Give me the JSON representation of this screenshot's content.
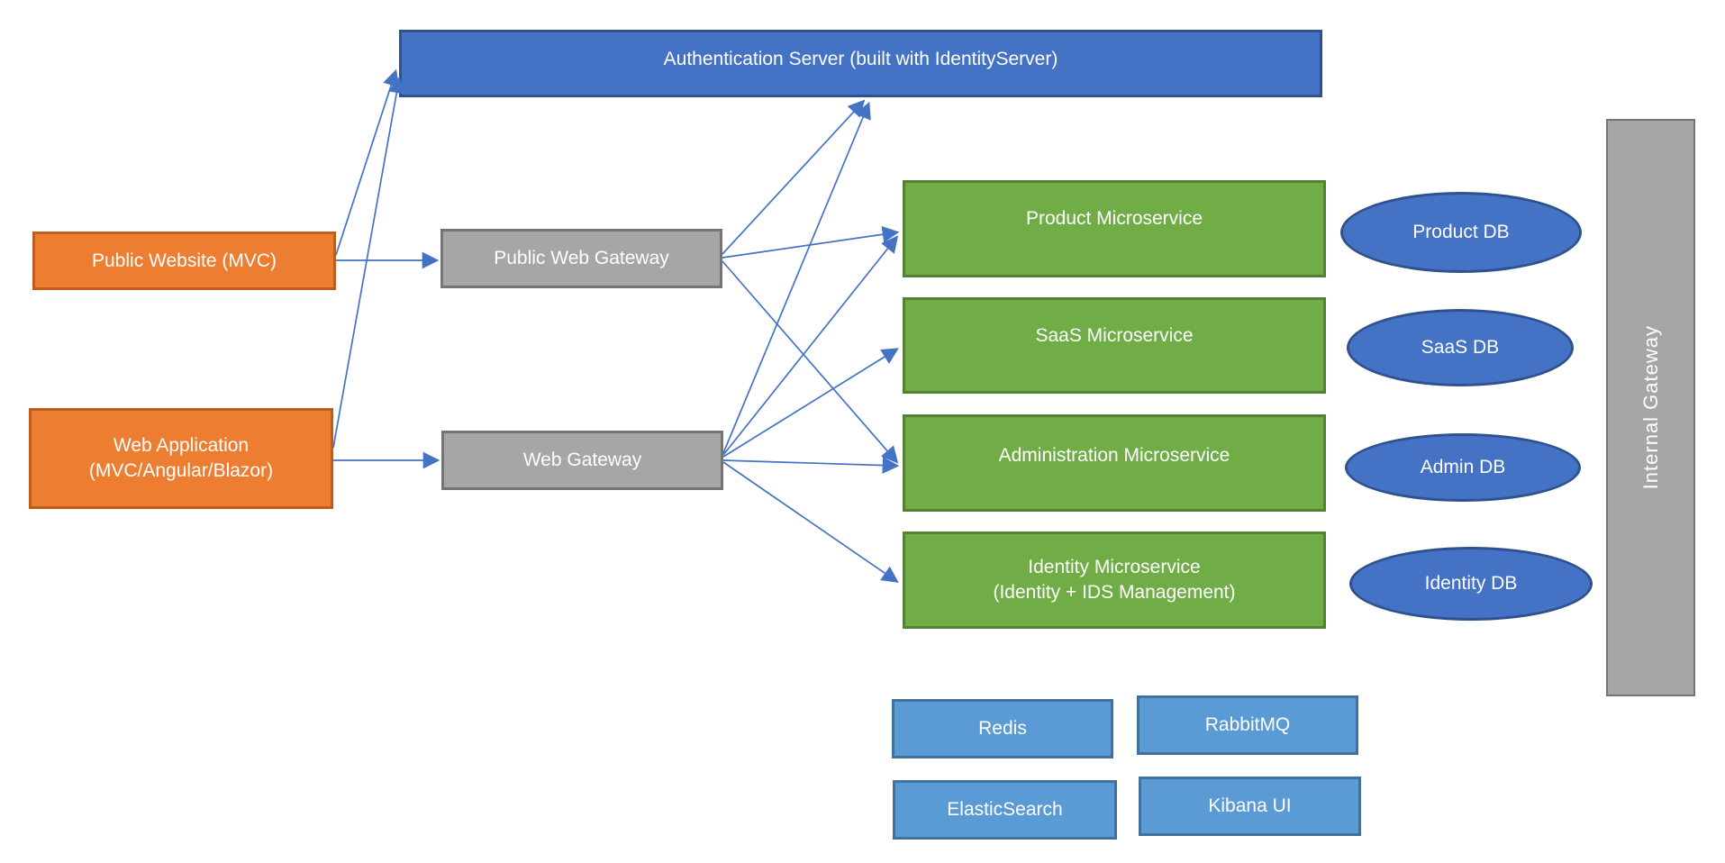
{
  "colors": {
    "background": "#FFFFFF",
    "text": "#FFFFFF",
    "blue_fill": "#4472C4",
    "blue_border": "#2F528F",
    "orange_fill": "#ED7D31",
    "orange_border": "#C05B1B",
    "gray_fill": "#A6A6A6",
    "gray_border": "#757575",
    "green_fill": "#70AD47",
    "green_border": "#548235",
    "lightblue_fill": "#5B9BD5",
    "lightblue_border": "#41719C",
    "arrow": "#4472C4"
  },
  "nodes": {
    "auth_server": {
      "label": "Authentication Server (built with IdentityServer)"
    },
    "public_website": {
      "label": "Public Website (MVC)"
    },
    "web_application": {
      "line1": "Web Application",
      "line2": "(MVC/Angular/Blazor)"
    },
    "public_web_gateway": {
      "label": "Public Web Gateway"
    },
    "web_gateway": {
      "label": "Web Gateway"
    },
    "product_ms": {
      "label": "Product Microservice"
    },
    "saas_ms": {
      "label": "SaaS Microservice"
    },
    "admin_ms": {
      "label": "Administration Microservice"
    },
    "identity_ms": {
      "line1": "Identity Microservice",
      "line2": "(Identity + IDS Management)"
    },
    "product_db": {
      "label": "Product DB"
    },
    "saas_db": {
      "label": "SaaS DB"
    },
    "admin_db": {
      "label": "Admin DB"
    },
    "identity_db": {
      "label": "Identity DB"
    },
    "internal_gateway": {
      "label": "Internal Gateway"
    },
    "redis": {
      "label": "Redis"
    },
    "rabbitmq": {
      "label": "RabbitMQ"
    },
    "elasticsearch": {
      "label": "ElasticSearch"
    },
    "kibana": {
      "label": "Kibana UI"
    }
  },
  "edges": [
    {
      "from": "public_website",
      "to": "public_web_gateway"
    },
    {
      "from": "web_application",
      "to": "web_gateway"
    },
    {
      "from": "public_website",
      "to": "auth_server"
    },
    {
      "from": "web_application",
      "to": "auth_server"
    },
    {
      "from": "public_web_gateway",
      "to": "auth_server"
    },
    {
      "from": "web_gateway",
      "to": "auth_server"
    },
    {
      "from": "public_web_gateway",
      "to": "product_ms"
    },
    {
      "from": "web_gateway",
      "to": "product_ms"
    },
    {
      "from": "web_gateway",
      "to": "saas_ms"
    },
    {
      "from": "public_web_gateway",
      "to": "admin_ms"
    },
    {
      "from": "web_gateway",
      "to": "admin_ms"
    },
    {
      "from": "web_gateway",
      "to": "identity_ms"
    }
  ]
}
